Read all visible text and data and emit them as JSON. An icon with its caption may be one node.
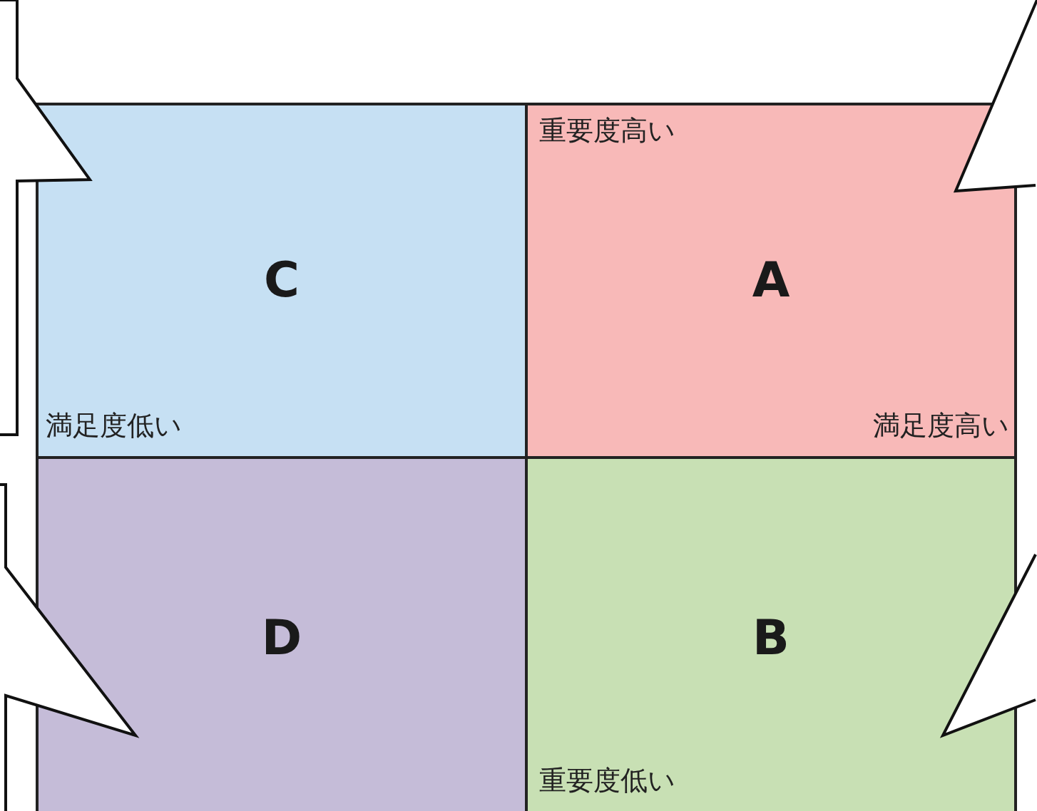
{
  "diagram": {
    "nodes": [
      {
        "text": [
          "C"
        ]
      },
      {
        "text": [
          "A"
        ]
      },
      {
        "text": [
          "D"
        ]
      },
      {
        "text": [
          "B"
        ]
      },
      {
        "text": [],
        "shape": "callout"
      },
      {
        "text": [],
        "shape": "callout"
      },
      {
        "text": [],
        "shape": "callout"
      },
      {
        "text": [],
        "shape": "callout"
      }
    ],
    "labels": [
      "重要度高い",
      "満足度低い",
      "満足度高い",
      "重要度低い"
    ]
  }
}
